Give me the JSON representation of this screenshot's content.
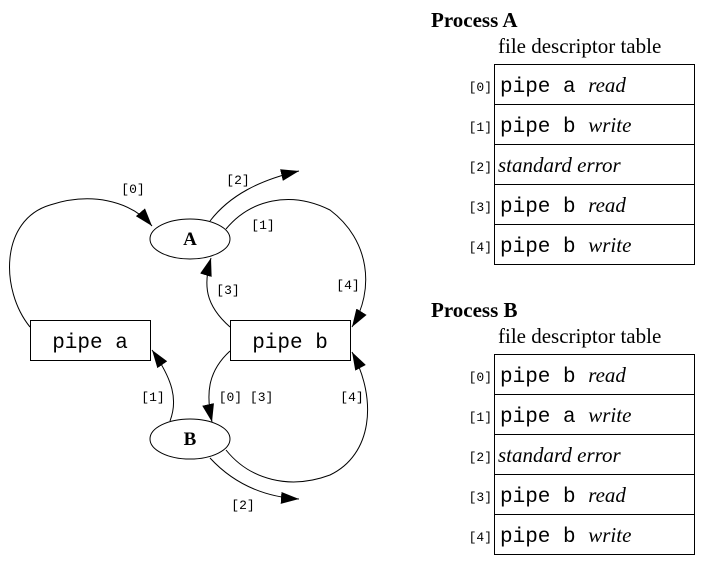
{
  "diagram": {
    "nodes": {
      "process_a": "A",
      "process_b": "B",
      "pipe_a": "pipe a",
      "pipe_b": "pipe b"
    },
    "edges": [
      {
        "from": "pipe a",
        "to": "A",
        "label": "[0]"
      },
      {
        "from": "A",
        "to": "stderr",
        "label": "[2]"
      },
      {
        "from": "A",
        "to": "pipe b",
        "label": "[1]"
      },
      {
        "from": "pipe b",
        "to": "A",
        "label": "[3]"
      },
      {
        "from": "A",
        "to": "pipe b",
        "label": "[4]"
      },
      {
        "from": "B",
        "to": "pipe a",
        "label": "[1]"
      },
      {
        "from": "pipe b",
        "to": "B",
        "label": "[0] [3]"
      },
      {
        "from": "B",
        "to": "pipe b",
        "label": "[4]"
      },
      {
        "from": "B",
        "to": "stderr",
        "label": "[2]"
      }
    ]
  },
  "process_a": {
    "title": "Process A",
    "subtitle": "file descriptor table",
    "rows": [
      {
        "index": "[0]",
        "name": "pipe a ",
        "mode": "read"
      },
      {
        "index": "[1]",
        "name": "pipe b ",
        "mode": "write"
      },
      {
        "index": "[2]",
        "name": "",
        "mode": "standard error"
      },
      {
        "index": "[3]",
        "name": "pipe b ",
        "mode": "read"
      },
      {
        "index": "[4]",
        "name": "pipe b ",
        "mode": "write"
      }
    ]
  },
  "process_b": {
    "title": "Process B",
    "subtitle": "file descriptor table",
    "rows": [
      {
        "index": "[0]",
        "name": "pipe b ",
        "mode": "read"
      },
      {
        "index": "[1]",
        "name": "pipe a ",
        "mode": "write"
      },
      {
        "index": "[2]",
        "name": "",
        "mode": "standard error"
      },
      {
        "index": "[3]",
        "name": "pipe b ",
        "mode": "read"
      },
      {
        "index": "[4]",
        "name": "pipe b ",
        "mode": "write"
      }
    ]
  }
}
